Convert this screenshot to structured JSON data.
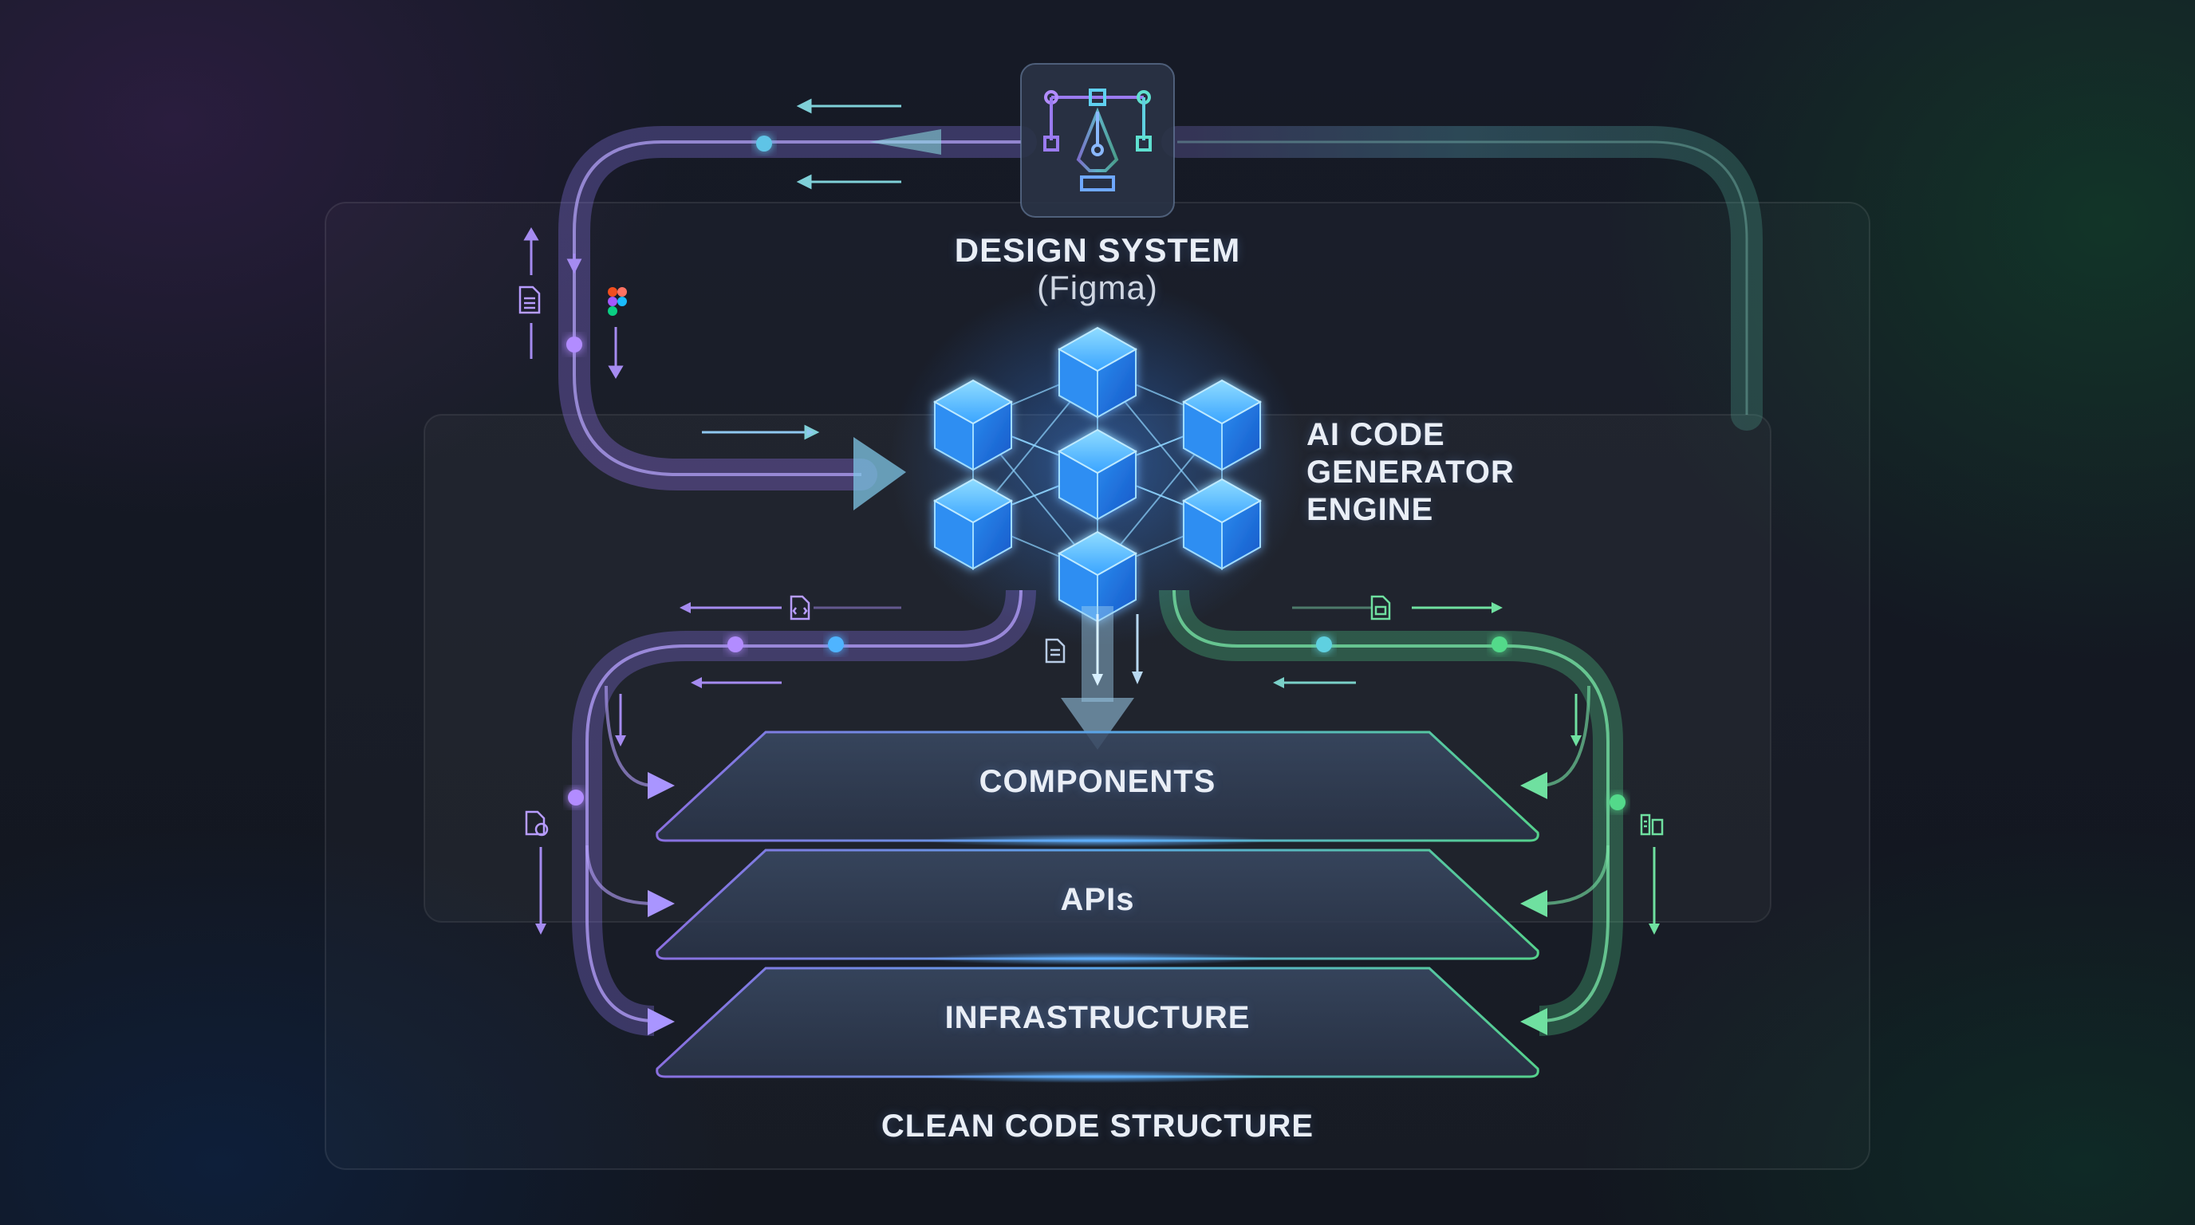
{
  "diagram": {
    "design_system": {
      "title": "DESIGN SYSTEM",
      "subtitle": "(Figma)",
      "icon": "pen-tool-icon"
    },
    "engine": {
      "lines": [
        "AI CODE",
        "GENERATOR",
        "ENGINE"
      ],
      "icon": "cube-network-icon"
    },
    "layers": [
      {
        "label": "COMPONENTS"
      },
      {
        "label": "APIs"
      },
      {
        "label": "INFRASTRUCTURE"
      }
    ],
    "footer": "CLEAN CODE STRUCTURE",
    "small_icons": [
      "document-icon",
      "figma-logo-icon",
      "code-file-icon",
      "document-icon",
      "css-file-icon",
      "image-file-icon",
      "server-icon"
    ],
    "colors": {
      "purple": "#9b7bf0",
      "blue": "#4fb4ff",
      "teal": "#62c7c9",
      "green": "#53d98a",
      "text": "#e9eef6"
    }
  }
}
